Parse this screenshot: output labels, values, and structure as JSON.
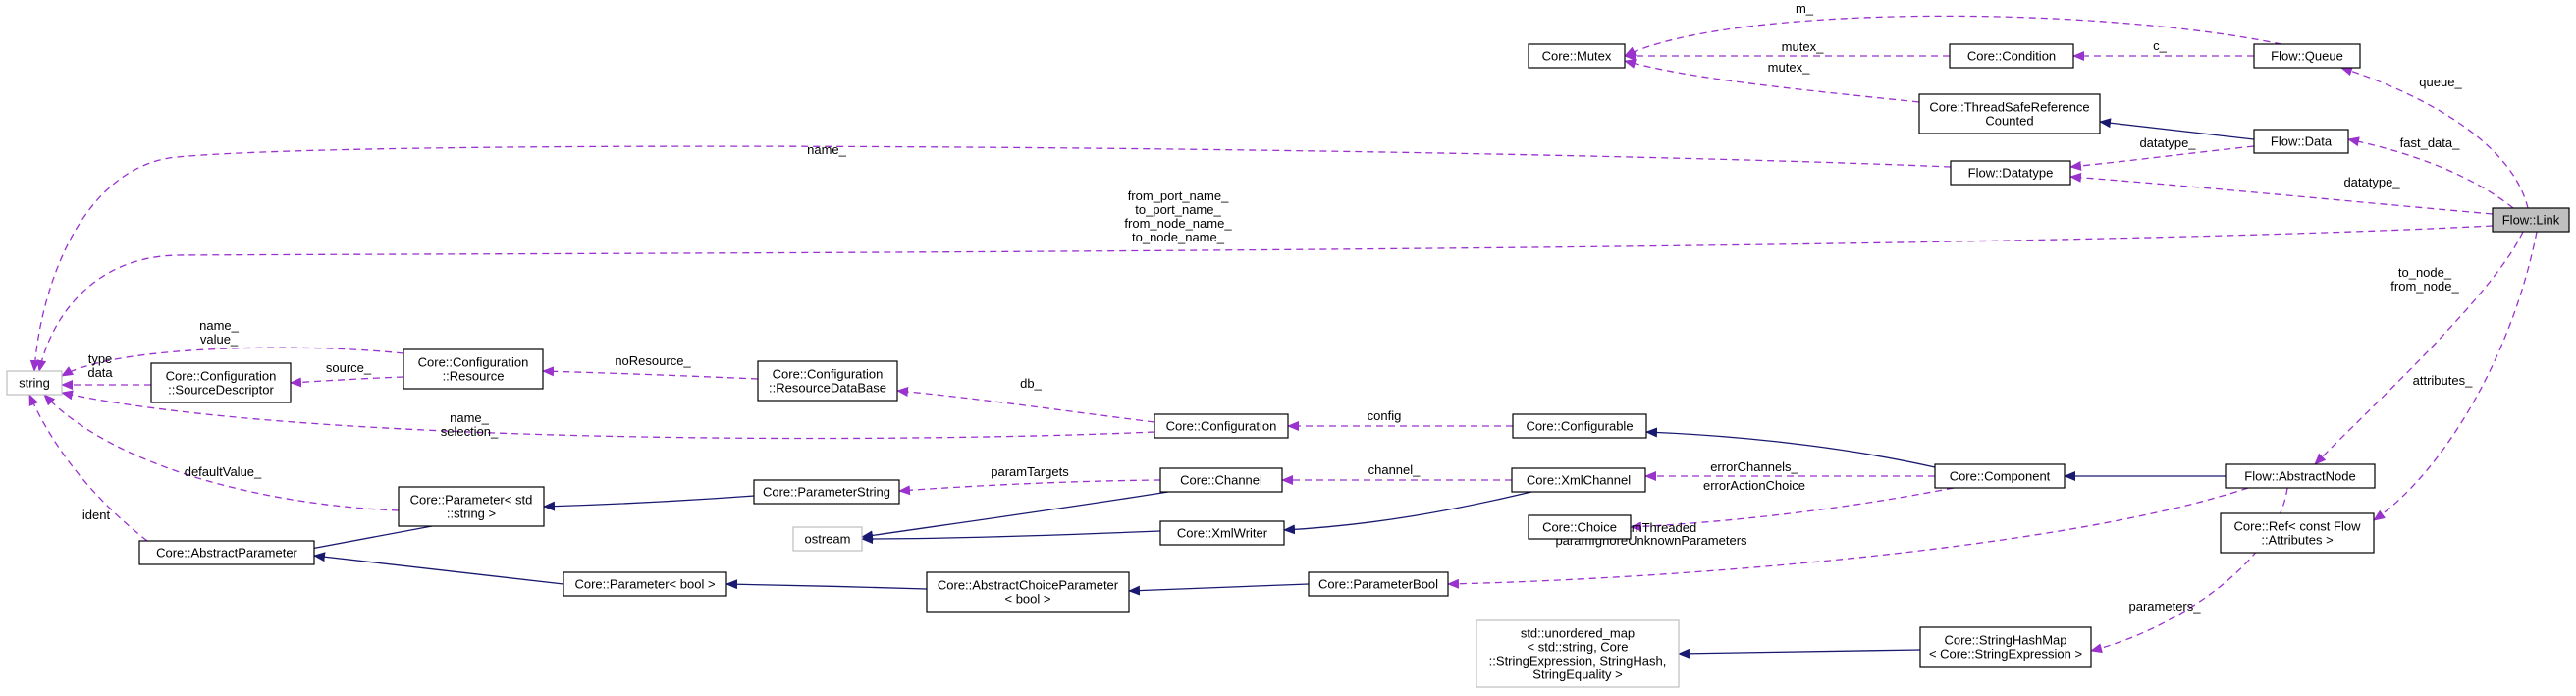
{
  "colors": {
    "member": "#9a32cd",
    "inherit": "#191970",
    "external": "#bfbfbf",
    "focus": "#bfbfbf"
  },
  "nodes": [
    {
      "id": "string",
      "lines": [
        "string"
      ],
      "style": "ext",
      "interactable": false
    },
    {
      "id": "ostream",
      "lines": [
        "ostream"
      ],
      "style": "ext",
      "interactable": false
    },
    {
      "id": "std_unordered_map",
      "lines": [
        "std::unordered_map",
        "< std::string, Core",
        "::StringExpression, StringHash,",
        "StringEquality >"
      ],
      "style": "ext",
      "interactable": false
    },
    {
      "id": "core_mutex",
      "lines": [
        "Core::Mutex"
      ],
      "style": "normal",
      "interactable": true
    },
    {
      "id": "core_condition",
      "lines": [
        "Core::Condition"
      ],
      "style": "normal",
      "interactable": true
    },
    {
      "id": "flow_queue",
      "lines": [
        "Flow::Queue"
      ],
      "style": "normal",
      "interactable": true
    },
    {
      "id": "core_threadsafe",
      "lines": [
        "Core::ThreadSafeReference",
        "Counted"
      ],
      "style": "normal",
      "interactable": true
    },
    {
      "id": "flow_data",
      "lines": [
        "Flow::Data"
      ],
      "style": "normal",
      "interactable": true
    },
    {
      "id": "flow_datatype",
      "lines": [
        "Flow::Datatype"
      ],
      "style": "normal",
      "interactable": true
    },
    {
      "id": "flow_link",
      "lines": [
        "Flow::Link"
      ],
      "style": "focus",
      "interactable": true
    },
    {
      "id": "core_config_resource",
      "lines": [
        "Core::Configuration",
        "::Resource"
      ],
      "style": "normal",
      "interactable": true
    },
    {
      "id": "core_config_srcdesc",
      "lines": [
        "Core::Configuration",
        "::SourceDescriptor"
      ],
      "style": "normal",
      "interactable": true
    },
    {
      "id": "core_config_resdb",
      "lines": [
        "Core::Configuration",
        "::ResourceDataBase"
      ],
      "style": "normal",
      "interactable": true
    },
    {
      "id": "core_configuration",
      "lines": [
        "Core::Configuration"
      ],
      "style": "normal",
      "interactable": true
    },
    {
      "id": "core_configurable",
      "lines": [
        "Core::Configurable"
      ],
      "style": "normal",
      "interactable": true
    },
    {
      "id": "core_param_string",
      "lines": [
        "Core::ParameterString"
      ],
      "style": "normal",
      "interactable": true
    },
    {
      "id": "core_param_stdstring",
      "lines": [
        "Core::Parameter< std",
        "::string >"
      ],
      "style": "normal",
      "interactable": true
    },
    {
      "id": "core_channel",
      "lines": [
        "Core::Channel"
      ],
      "style": "normal",
      "interactable": true
    },
    {
      "id": "core_xmlchannel",
      "lines": [
        "Core::XmlChannel"
      ],
      "style": "normal",
      "interactable": true
    },
    {
      "id": "core_component",
      "lines": [
        "Core::Component"
      ],
      "style": "normal",
      "interactable": true
    },
    {
      "id": "flow_abstractnode",
      "lines": [
        "Flow::AbstractNode"
      ],
      "style": "normal",
      "interactable": true
    },
    {
      "id": "core_choice",
      "lines": [
        "Core::Choice"
      ],
      "style": "normal",
      "interactable": true
    },
    {
      "id": "core_xmlwriter",
      "lines": [
        "Core::XmlWriter"
      ],
      "style": "normal",
      "interactable": true
    },
    {
      "id": "core_abstract_param",
      "lines": [
        "Core::AbstractParameter"
      ],
      "style": "normal",
      "interactable": true
    },
    {
      "id": "core_param_bool",
      "lines": [
        "Core::Parameter< bool >"
      ],
      "style": "normal",
      "interactable": true
    },
    {
      "id": "core_abstract_choice_param",
      "lines": [
        "Core::AbstractChoiceParameter",
        "< bool >"
      ],
      "style": "normal",
      "interactable": true
    },
    {
      "id": "core_parameterbool",
      "lines": [
        "Core::ParameterBool"
      ],
      "style": "normal",
      "interactable": true
    },
    {
      "id": "core_ref_attributes",
      "lines": [
        "Core::Ref< const Flow",
        "::Attributes >"
      ],
      "style": "normal",
      "interactable": true
    },
    {
      "id": "core_stringhashmap",
      "lines": [
        "Core::StringHashMap",
        "< Core::StringExpression >"
      ],
      "style": "normal",
      "interactable": true
    }
  ],
  "edges": [
    {
      "id": "m",
      "from": "flow_queue",
      "to": "core_mutex",
      "kind": "member",
      "labels": [
        "m_"
      ]
    },
    {
      "id": "c",
      "from": "flow_queue",
      "to": "core_condition",
      "kind": "member",
      "labels": [
        "c_"
      ]
    },
    {
      "id": "condition_mutex",
      "from": "core_condition",
      "to": "core_mutex",
      "kind": "member",
      "labels": [
        "mutex_"
      ]
    },
    {
      "id": "threadsafe_mutex",
      "from": "core_threadsafe",
      "to": "core_mutex",
      "kind": "member",
      "labels": [
        "mutex_"
      ]
    },
    {
      "id": "data_threadsafe",
      "from": "flow_data",
      "to": "core_threadsafe",
      "kind": "inherit",
      "labels": []
    },
    {
      "id": "data_datatype",
      "from": "flow_data",
      "to": "flow_datatype",
      "kind": "member",
      "labels": [
        "datatype_"
      ]
    },
    {
      "id": "link_datatype",
      "from": "flow_link",
      "to": "flow_datatype",
      "kind": "member",
      "labels": [
        "datatype_"
      ]
    },
    {
      "id": "link_data",
      "from": "flow_link",
      "to": "flow_data",
      "kind": "member",
      "labels": [
        "fast_data_"
      ]
    },
    {
      "id": "link_queue",
      "from": "flow_link",
      "to": "flow_queue",
      "kind": "member",
      "labels": [
        "queue_"
      ]
    },
    {
      "id": "datatype_string",
      "from": "flow_datatype",
      "to": "string",
      "kind": "member",
      "labels": [
        "name_"
      ]
    },
    {
      "id": "link_string",
      "from": "flow_link",
      "to": "string",
      "kind": "member",
      "labels": [
        "from_port_name_",
        "to_port_name_",
        "from_node_name_",
        "to_node_name_"
      ]
    },
    {
      "id": "resource_string",
      "from": "core_config_resource",
      "to": "string",
      "kind": "member",
      "labels": [
        "name_",
        "value_"
      ]
    },
    {
      "id": "srcdesc_string",
      "from": "core_config_srcdesc",
      "to": "string",
      "kind": "member",
      "labels": [
        "type",
        "data"
      ]
    },
    {
      "id": "resource_srcdesc",
      "from": "core_config_resource",
      "to": "core_config_srcdesc",
      "kind": "member",
      "labels": [
        "source_"
      ]
    },
    {
      "id": "resdb_resource",
      "from": "core_config_resdb",
      "to": "core_config_resource",
      "kind": "member",
      "labels": [
        "noResource_"
      ]
    },
    {
      "id": "configuration_resdb",
      "from": "core_configuration",
      "to": "core_config_resdb",
      "kind": "member",
      "labels": [
        "db_"
      ]
    },
    {
      "id": "configuration_string",
      "from": "core_configuration",
      "to": "string",
      "kind": "member",
      "labels": [
        "name_",
        "selection_"
      ]
    },
    {
      "id": "configurable_configuration",
      "from": "core_configurable",
      "to": "core_configuration",
      "kind": "member",
      "labels": [
        "config"
      ]
    },
    {
      "id": "component_configurable",
      "from": "core_component",
      "to": "core_configurable",
      "kind": "inherit",
      "labels": []
    },
    {
      "id": "param_stdstring_string",
      "from": "core_param_stdstring",
      "to": "string",
      "kind": "member",
      "labels": [
        "defaultValue_"
      ]
    },
    {
      "id": "abstract_param_string",
      "from": "core_abstract_param",
      "to": "string",
      "kind": "member",
      "labels": [
        "ident"
      ]
    },
    {
      "id": "param_stdstring_abstract",
      "from": "core_param_stdstring",
      "to": "core_abstract_param",
      "kind": "inherit",
      "labels": []
    },
    {
      "id": "param_string_stdstring",
      "from": "core_param_string",
      "to": "core_param_stdstring",
      "kind": "inherit",
      "labels": []
    },
    {
      "id": "channel_param_string",
      "from": "core_channel",
      "to": "core_param_string",
      "kind": "member",
      "labels": [
        "paramTargets"
      ]
    },
    {
      "id": "channel_ostream",
      "from": "core_channel",
      "to": "ostream",
      "kind": "inherit",
      "labels": []
    },
    {
      "id": "xmlwriter_ostream",
      "from": "core_xmlwriter",
      "to": "ostream",
      "kind": "inherit",
      "labels": []
    },
    {
      "id": "xmlchannel_channel",
      "from": "core_xmlchannel",
      "to": "core_channel",
      "kind": "member",
      "labels": [
        "channel_"
      ]
    },
    {
      "id": "xmlchannel_xmlwriter",
      "from": "core_xmlchannel",
      "to": "core_xmlwriter",
      "kind": "inherit",
      "labels": []
    },
    {
      "id": "component_xmlchannel",
      "from": "core_component",
      "to": "core_xmlchannel",
      "kind": "member",
      "labels": [
        "errorChannels_"
      ]
    },
    {
      "id": "component_choice",
      "from": "core_component",
      "to": "core_choice",
      "kind": "member",
      "labels": [
        "errorActionChoice"
      ]
    },
    {
      "id": "abstractnode_component",
      "from": "flow_abstractnode",
      "to": "core_component",
      "kind": "inherit",
      "labels": []
    },
    {
      "id": "abstractnode_parameterbool",
      "from": "flow_abstractnode",
      "to": "core_parameterbool",
      "kind": "member",
      "labels": [
        "paramThreaded",
        "paramIgnoreUnknownParameters"
      ]
    },
    {
      "id": "abstractnode_stringhashmap",
      "from": "flow_abstractnode",
      "to": "core_stringhashmap",
      "kind": "member",
      "labels": [
        "parameters_"
      ]
    },
    {
      "id": "link_abstractnode",
      "from": "flow_link",
      "to": "flow_abstractnode",
      "kind": "member",
      "labels": [
        "to_node_",
        "from_node_"
      ]
    },
    {
      "id": "link_ref",
      "from": "flow_link",
      "to": "core_ref_attributes",
      "kind": "member",
      "labels": [
        "attributes_"
      ]
    },
    {
      "id": "stringhashmap_unordered",
      "from": "core_stringhashmap",
      "to": "std_unordered_map",
      "kind": "inherit",
      "labels": []
    },
    {
      "id": "abstract_choice_param_bool",
      "from": "core_abstract_choice_param",
      "to": "core_param_bool",
      "kind": "inherit",
      "labels": []
    },
    {
      "id": "param_bool_abstract",
      "from": "core_param_bool",
      "to": "core_abstract_param",
      "kind": "inherit",
      "labels": []
    },
    {
      "id": "parameterbool_choice_param",
      "from": "core_parameterbool",
      "to": "core_abstract_choice_param",
      "kind": "inherit",
      "labels": []
    }
  ]
}
